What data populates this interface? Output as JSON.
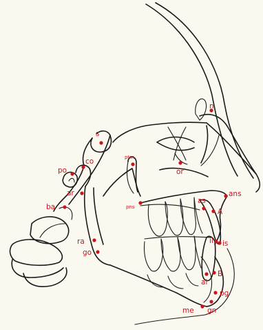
{
  "landmarks": [
    {
      "id": "n",
      "label": "n"
    },
    {
      "id": "s",
      "label": "s"
    },
    {
      "id": "or",
      "label": "or"
    },
    {
      "id": "ptm",
      "label": "ptm"
    },
    {
      "id": "co",
      "label": "co"
    },
    {
      "id": "po",
      "label": "po"
    },
    {
      "id": "ar",
      "label": "ar"
    },
    {
      "id": "ba",
      "label": "ba"
    },
    {
      "id": "pns",
      "label": "pns"
    },
    {
      "id": "ans",
      "label": "ans"
    },
    {
      "id": "as",
      "label": "as"
    },
    {
      "id": "A",
      "label": "A"
    },
    {
      "id": "il",
      "label": "il"
    },
    {
      "id": "is",
      "label": "is"
    },
    {
      "id": "ra",
      "label": "ra"
    },
    {
      "id": "go",
      "label": "go"
    },
    {
      "id": "B",
      "label": "B"
    },
    {
      "id": "ai",
      "label": "ai"
    },
    {
      "id": "pg",
      "label": "pg"
    },
    {
      "id": "me",
      "label": "me"
    },
    {
      "id": "gn",
      "label": "gn"
    }
  ],
  "colors": {
    "background": "#fbf8ef",
    "outline": "#1a1a1a",
    "landmark": "#c8141e"
  }
}
